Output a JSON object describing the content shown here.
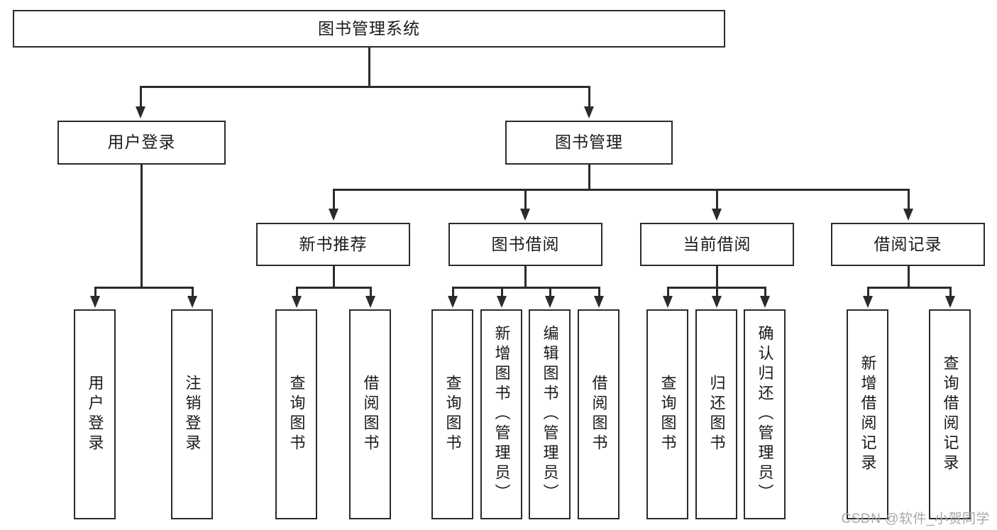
{
  "diagram": {
    "title": "图书管理系统",
    "type": "hierarchy-tree",
    "root": {
      "label": "图书管理系统"
    },
    "level2": [
      {
        "label": "用户登录"
      },
      {
        "label": "图书管理"
      }
    ],
    "level3": [
      {
        "label": "新书推荐"
      },
      {
        "label": "图书借阅"
      },
      {
        "label": "当前借阅"
      },
      {
        "label": "借阅记录"
      }
    ],
    "leaves": {
      "user_login": [
        {
          "label": "用户登录"
        },
        {
          "label": "注销登录"
        }
      ],
      "new_book_recommend": [
        {
          "label": "查询图书"
        },
        {
          "label": "借阅图书"
        }
      ],
      "book_borrow": [
        {
          "label": "查询图书"
        },
        {
          "label": "新增图书（管理员）"
        },
        {
          "label": "编辑图书（管理员）"
        },
        {
          "label": "借阅图书"
        }
      ],
      "current_borrow": [
        {
          "label": "查询图书"
        },
        {
          "label": "归还图书"
        },
        {
          "label": "确认归还（管理员）"
        }
      ],
      "borrow_record": [
        {
          "label": "新增借阅记录"
        },
        {
          "label": "查询借阅记录"
        }
      ]
    }
  },
  "watermark": {
    "text": "CSDN @软件_小贺同学"
  },
  "colors": {
    "stroke": "#2b2b2b",
    "background": "#ffffff",
    "text": "#1a1a1a",
    "watermark": "#a8a8a8"
  }
}
